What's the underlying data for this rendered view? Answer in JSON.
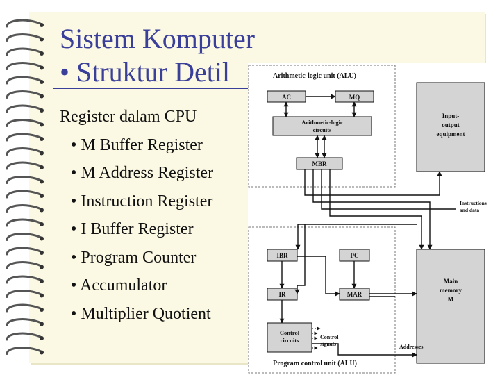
{
  "slide": {
    "title_line1": "Sistem Komputer",
    "title_line2": "• Struktur Detil",
    "bullets": [
      {
        "text": "Register dalam CPU",
        "level": 0
      },
      {
        "text": "• M Buffer Register",
        "level": 1
      },
      {
        "text": "• M Address Register",
        "level": 1
      },
      {
        "text": "• Instruction Register",
        "level": 1
      },
      {
        "text": "• I Buffer Register",
        "level": 1
      },
      {
        "text": "• Program Counter",
        "level": 1
      },
      {
        "text": "• Accumulator",
        "level": 1
      },
      {
        "text": "• Multiplier Quotient",
        "level": 1
      }
    ]
  },
  "diagram": {
    "alu_title": "Arithmetic-logic unit (ALU)",
    "ac": "AC",
    "mq": "MQ",
    "alc_line1": "Arithmetic-logic",
    "alc_line2": "circuits",
    "mbr": "MBR",
    "io_line1": "Input-",
    "io_line2": "output",
    "io_line3": "equipment",
    "instr_line1": "Instructions",
    "instr_line2": "and data",
    "ibr": "IBR",
    "pc": "PC",
    "ir": "IR",
    "mar": "MAR",
    "mem_line1": "Main",
    "mem_line2": "memory",
    "mem_line3": "M",
    "cc_line1": "Control",
    "cc_line2": "circuits",
    "cs_line1": "Control",
    "cs_line2": "signals",
    "addresses": "Addresses",
    "pcu_title": "Program control unit (ALU)",
    "colors": {
      "box_fill": "#d4d4d4",
      "line": "#111111",
      "title": "#3a3f9a"
    }
  }
}
